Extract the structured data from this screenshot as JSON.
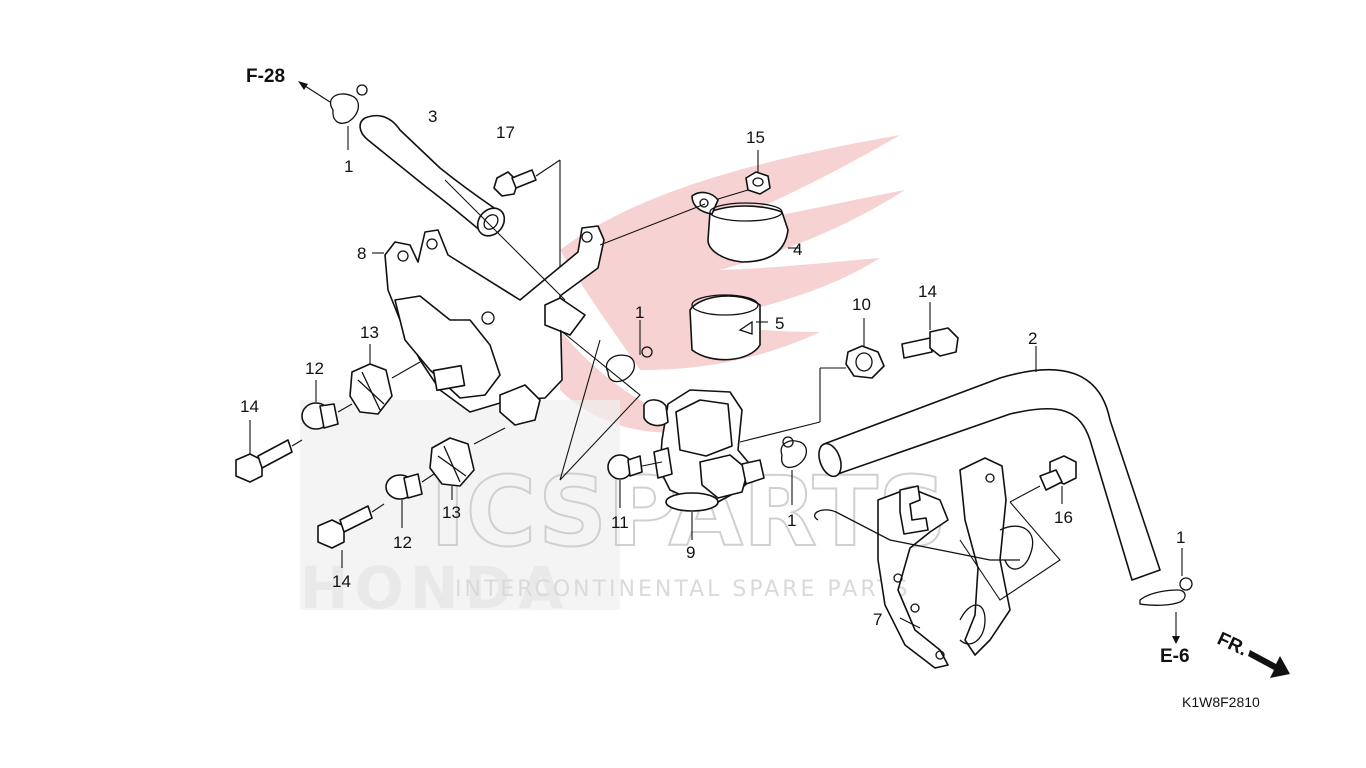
{
  "diagram": {
    "code": "K1W8F2810",
    "references": {
      "top_left": "F-28",
      "bottom_right": "E-6",
      "front": "FR."
    },
    "watermark": {
      "brand": "ICSPARTS",
      "honda": "HONDA",
      "tagline": "INTERCONTINENTAL SPARE PARTS"
    },
    "callouts": {
      "c1_top": "1",
      "c1_mid": "1",
      "c1_hose": "1",
      "c1_right": "1",
      "c2": "2",
      "c3": "3",
      "c4": "4",
      "c5": "5",
      "c7": "7",
      "c8": "8",
      "c9": "9",
      "c10": "10",
      "c11": "11",
      "c12_a": "12",
      "c12_b": "12",
      "c13_a": "13",
      "c13_b": "13",
      "c14_a": "14",
      "c14_b": "14",
      "c14_c": "14",
      "c15": "15",
      "c16": "16",
      "c17": "17"
    },
    "colors": {
      "watermark_wing": "#f3c9c9",
      "ink": "#111111"
    }
  }
}
